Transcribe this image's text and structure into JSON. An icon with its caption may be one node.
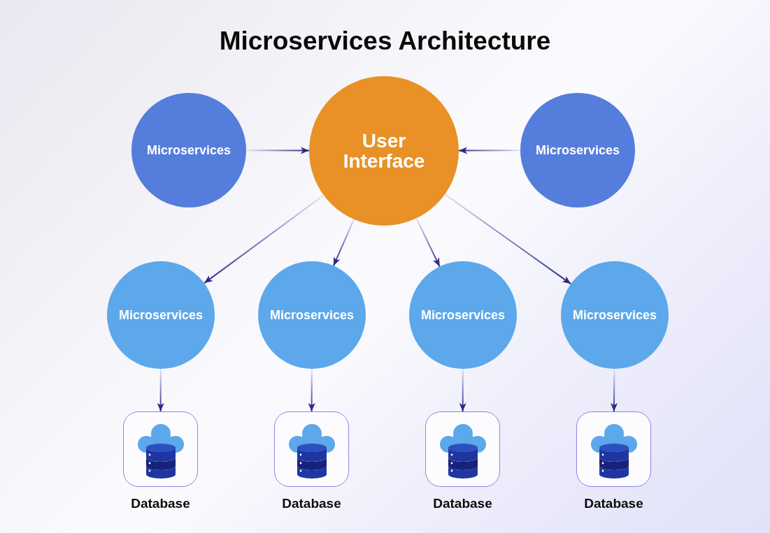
{
  "diagram": {
    "title": "Microservices Architecture",
    "nodes": [
      {
        "text": [
          "Microservices"
        ]
      },
      {
        "text": [
          "User Interface"
        ]
      },
      {
        "text": [
          "Microservices"
        ]
      },
      {
        "text": [
          "Microservices"
        ]
      },
      {
        "text": [
          "Microservices"
        ]
      },
      {
        "text": [
          "Microservices"
        ]
      },
      {
        "text": [
          "Microservices"
        ]
      },
      {
        "text": [
          "Database"
        ]
      },
      {
        "text": [
          "Database"
        ]
      },
      {
        "text": [
          "Database"
        ]
      },
      {
        "text": [
          "Database"
        ]
      }
    ],
    "edges": [
      {
        "from": 0,
        "to": 1,
        "arrow": "to"
      },
      {
        "from": 2,
        "to": 1,
        "arrow": "to"
      },
      {
        "from": 1,
        "to": 3,
        "arrow": "to"
      },
      {
        "from": 1,
        "to": 4,
        "arrow": "to"
      },
      {
        "from": 1,
        "to": 5,
        "arrow": "to"
      },
      {
        "from": 1,
        "to": 6,
        "arrow": "to"
      },
      {
        "from": 3,
        "to": 7,
        "arrow": "to"
      },
      {
        "from": 4,
        "to": 8,
        "arrow": "to"
      },
      {
        "from": 5,
        "to": 9,
        "arrow": "to"
      },
      {
        "from": 6,
        "to": 10,
        "arrow": "to"
      }
    ]
  }
}
